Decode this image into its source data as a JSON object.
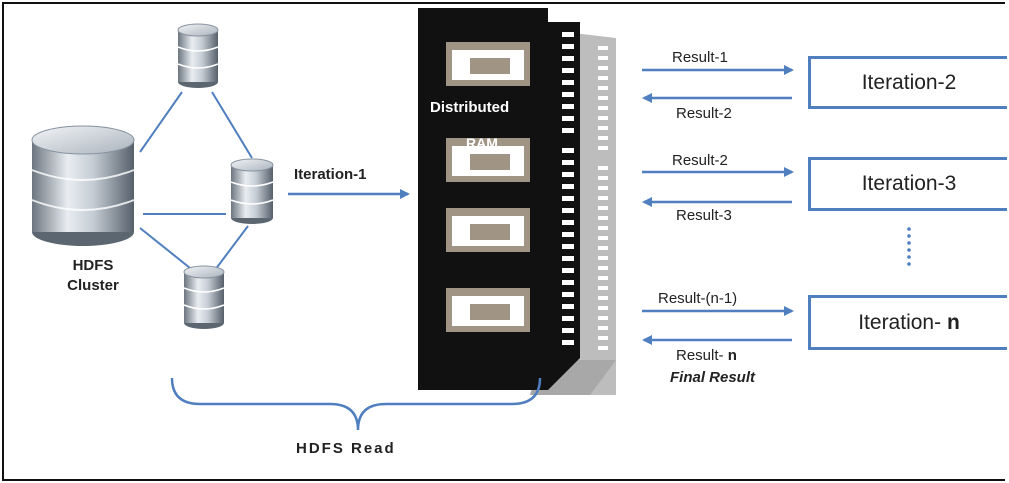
{
  "labels": {
    "hdfs_cluster": [
      "HDFS",
      "Cluster"
    ],
    "iteration_1": "Iteration-1",
    "ram_line1": "Distributed",
    "ram_line2": "RAM",
    "hdfs_read": "HDFS Read",
    "final_result": "Final Result"
  },
  "iterations": [
    {
      "box": "Iteration-2",
      "out": "Result-1",
      "back": "Result-2"
    },
    {
      "box": "Iteration-3",
      "out": "Result-2",
      "back": "Result-3"
    },
    {
      "box_prefix": "Iteration- ",
      "box_bold": "n",
      "out": "Result-(n-1)",
      "back_prefix": "Result- ",
      "back_bold": "n"
    }
  ],
  "colors": {
    "arrow": "#4f7fbf",
    "line": "#4f7fbf",
    "ram_board": "#111111",
    "chip": "#a09484"
  }
}
